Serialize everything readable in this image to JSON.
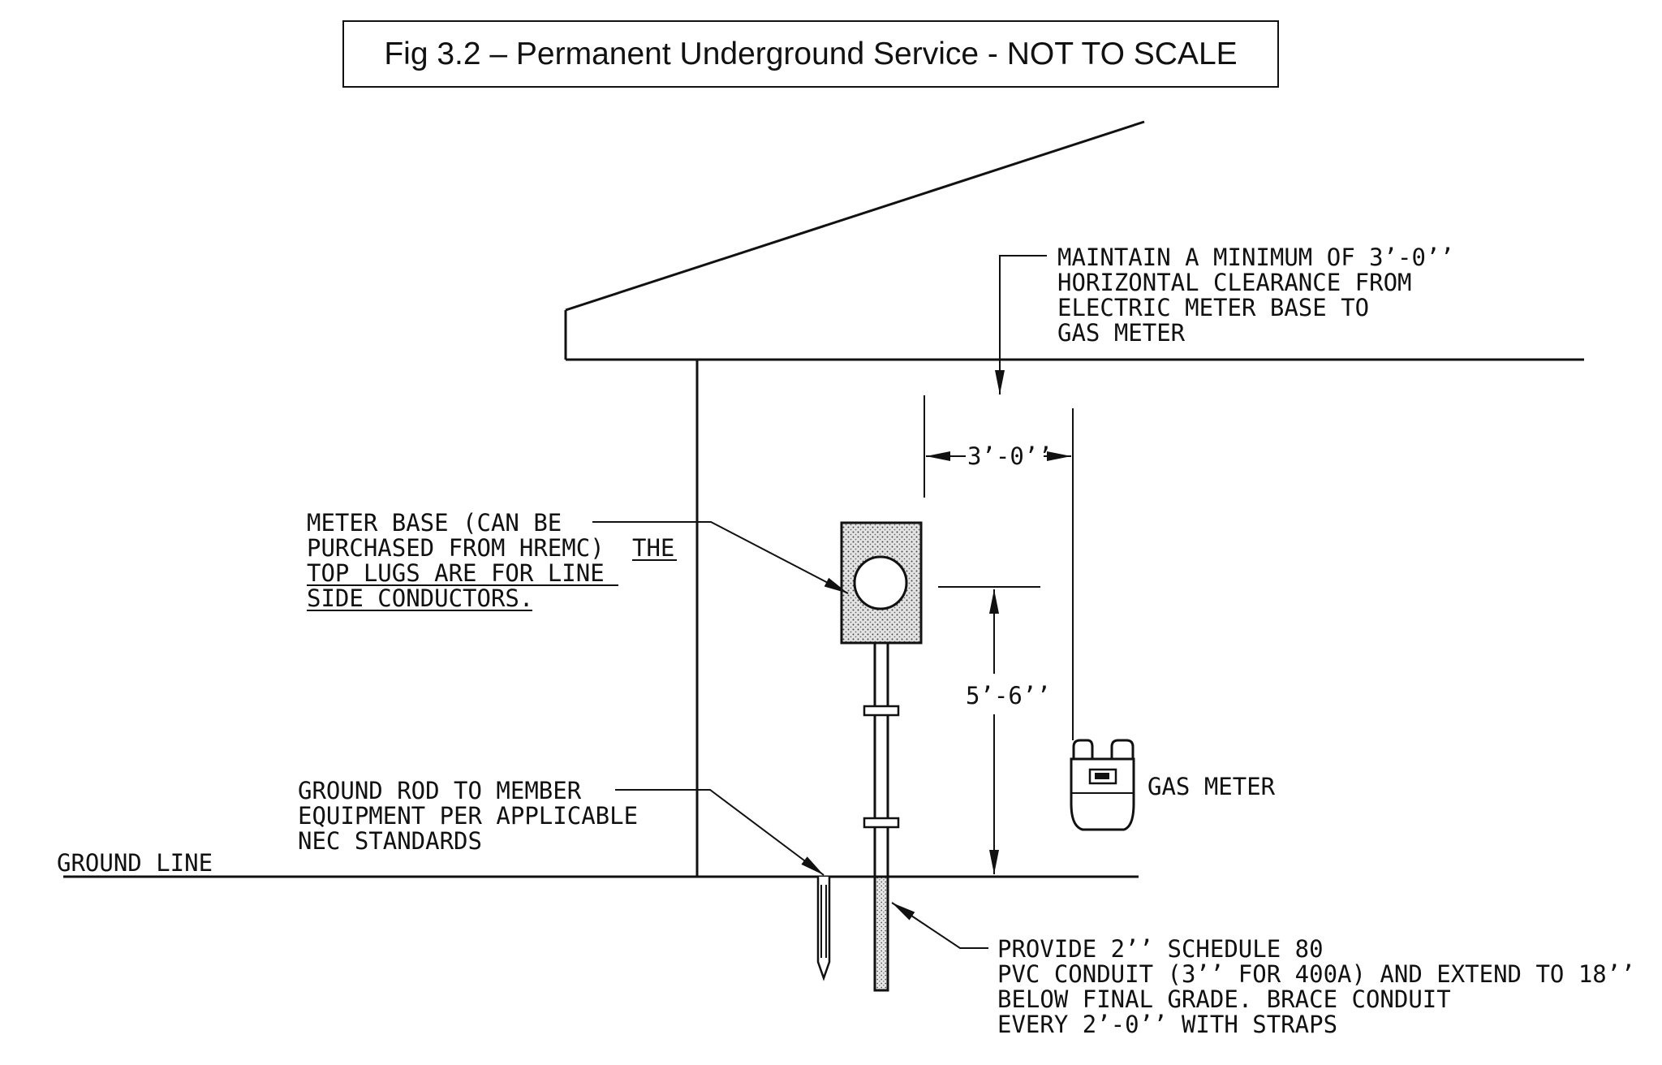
{
  "title": "Fig 3.2 – Permanent Underground  Service - NOT TO SCALE",
  "notes": {
    "clearance": [
      "MAINTAIN A MINIMUM OF 3’-0’’",
      "HORIZONTAL CLEARANCE FROM",
      "ELECTRIC METER BASE TO",
      "GAS METER"
    ],
    "meter_base": [
      "METER BASE (CAN BE",
      "PURCHASED FROM HREMC)",
      "THE",
      "TOP LUGS ARE FOR LINE",
      "SIDE CONDUCTORS."
    ],
    "ground_rod": [
      "GROUND ROD TO MEMBER",
      "EQUIPMENT PER APPLICABLE",
      "NEC STANDARDS"
    ],
    "conduit": [
      "PROVIDE 2’’ SCHEDULE 80",
      "PVC CONDUIT (3’’ FOR 400A) AND EXTEND TO 18’’",
      "BELOW FINAL GRADE. BRACE CONDUIT",
      "EVERY 2’-0’’ WITH STRAPS"
    ]
  },
  "labels": {
    "ground_line": "GROUND LINE",
    "gas_meter": "GAS METER"
  },
  "dimensions": {
    "horizontal": "3’-0’’",
    "vertical": "5’-6’’"
  },
  "colors": {
    "line": "#111111",
    "background": "#ffffff"
  }
}
